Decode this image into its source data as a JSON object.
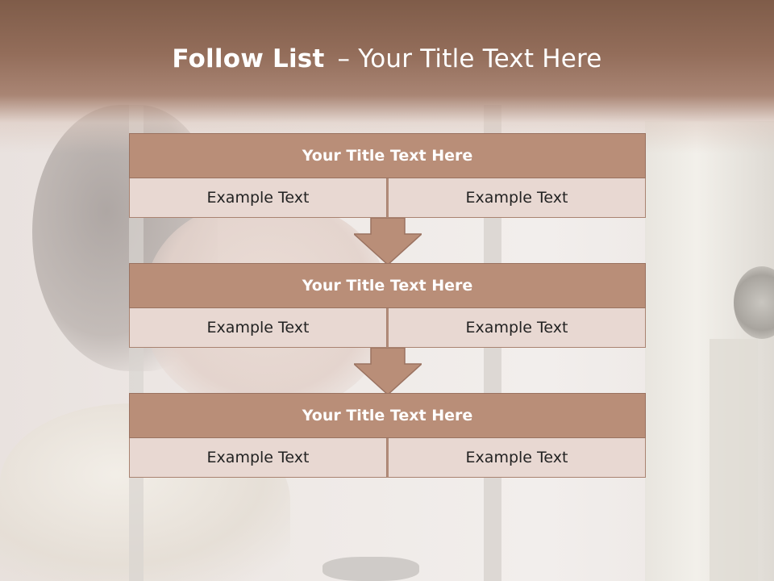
{
  "slide": {
    "title_bold": "Follow List",
    "title_dash": "–",
    "title_rest": "Your Title Text Here"
  },
  "steps": [
    {
      "title": "Your Title Text Here",
      "left": "Example Text",
      "right": "Example Text"
    },
    {
      "title": "Your Title Text Here",
      "left": "Example Text",
      "right": "Example Text"
    },
    {
      "title": "Your Title Text Here",
      "left": "Example Text",
      "right": "Example Text"
    }
  ],
  "colors": {
    "header_fill": "#b98e78",
    "cell_fill": "#e8d8d2",
    "band_top": "#7f5c49",
    "arrow_fill": "#b98e78"
  }
}
